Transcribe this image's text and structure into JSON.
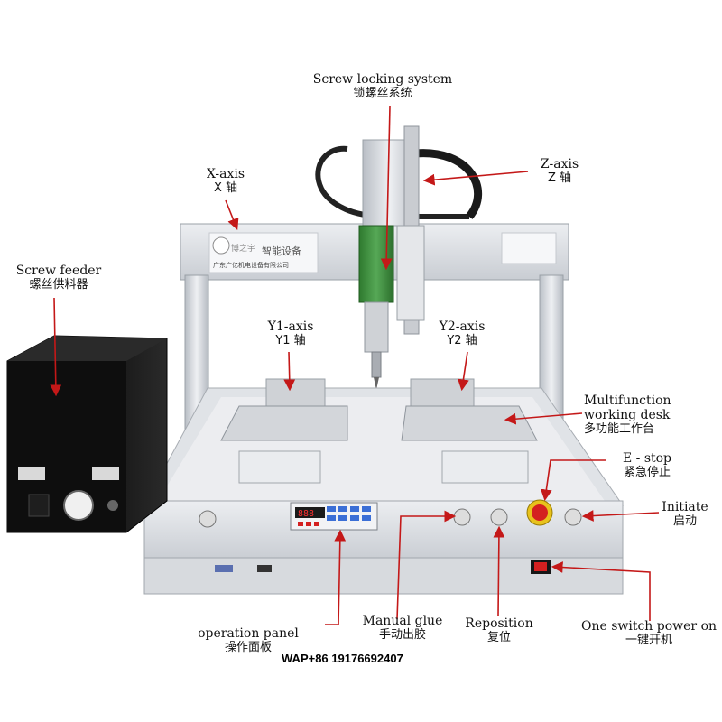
{
  "labels": {
    "screw_locking": {
      "en": "Screw locking system",
      "zh": "锁螺丝系统"
    },
    "x_axis": {
      "en": "X-axis",
      "zh": "X 轴"
    },
    "z_axis": {
      "en": "Z-axis",
      "zh": "Z 轴"
    },
    "screw_feeder": {
      "en": "Screw feeder",
      "zh": "螺丝供料器"
    },
    "y1_axis": {
      "en": "Y1-axis",
      "zh": "Y1 轴"
    },
    "y2_axis": {
      "en": "Y2-axis",
      "zh": "Y2 轴"
    },
    "multifunction": {
      "en1": "Multifunction",
      "en2": "working desk",
      "zh": "多功能工作台"
    },
    "e_stop": {
      "en": "E - stop",
      "zh": "紧急停止"
    },
    "initiate": {
      "en": "Initiate",
      "zh": "启动"
    },
    "operation_panel": {
      "en": "operation panel",
      "zh": "操作面板"
    },
    "manual_glue": {
      "en": "Manual glue",
      "zh": "手动出胶"
    },
    "reposition": {
      "en": "Reposition",
      "zh": "复位"
    },
    "one_switch": {
      "en": "One switch power on",
      "zh": "一键开机"
    }
  },
  "contact": "WAP+86 19176692407",
  "brand": {
    "name": "智能设备",
    "logo_text": "博之宇"
  },
  "display_readout": "888",
  "colors": {
    "machine_frame": "#d9dde2",
    "feeder_body": "#0c0c0c",
    "z_module": "#3a8a3a",
    "e_stop_red": "#d42020",
    "panel_blue": "#3b6fd6",
    "arrow": "#c41818"
  }
}
